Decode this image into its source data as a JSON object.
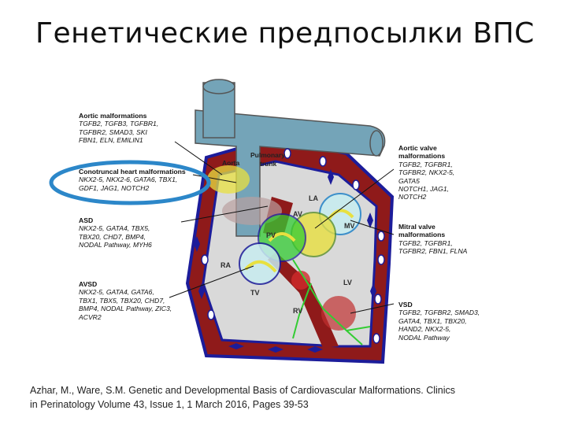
{
  "slide": {
    "title": "Генетические предпосылки ВПС"
  },
  "vessels": {
    "aorta": "Aorta",
    "pulmonary_trunk_line1": "Pulmonary",
    "pulmonary_trunk_line2": "trunk"
  },
  "chambers": {
    "la": "LA",
    "ra": "RA",
    "lv": "LV",
    "rv": "RV",
    "tv": "TV",
    "mv": "MV",
    "pv": "PV",
    "av": "AV"
  },
  "labels": {
    "aortic_malformations": {
      "heading": "Aortic malformations",
      "lines": [
        "TGFB2, TGFB3, TGFBR1,",
        "TGFBR2, SMAD3, SKI",
        "FBN1, ELN, EMILIN1"
      ]
    },
    "conotruncal": {
      "heading": "Conotruncal heart malformations",
      "lines": [
        "NKX2-5, NKX2-6, GATA6, TBX1,",
        "GDF1, JAG1, NOTCH2"
      ]
    },
    "asd": {
      "heading": "ASD",
      "lines": [
        "NKX2-5, GATA4, TBX5,",
        "TBX20, CHD7, BMP4,",
        "NODAL Pathway, MYH6"
      ]
    },
    "avsd": {
      "heading": "AVSD",
      "lines": [
        "NKX2-5, GATA4, GATA6,",
        "TBX1, TBX5, TBX20, CHD7,",
        "BMP4, NODAL Pathway, ZIC3,",
        "ACVR2"
      ]
    },
    "aortic_valve": {
      "heading": "Aortic valve",
      "heading2": "malformations",
      "lines": [
        "TGFB2, TGFBR1,",
        "TGFBR2, NKX2-5,",
        "GATA5",
        "NOTCH1, JAG1,",
        "NOTCH2"
      ]
    },
    "mitral_valve": {
      "heading": "Mitral valve",
      "heading2": "malformations",
      "lines": [
        "TGFB2, TGFBR1,",
        "TGFBR2, FBN1, FLNA"
      ]
    },
    "vsd": {
      "heading": "VSD",
      "lines": [
        "TGFB2, TGFBR2, SMAD3,",
        "GATA4, TBX1, TBX20,",
        "HAND2, NKX2-5,",
        "NODAL Pathway"
      ]
    }
  },
  "citation": {
    "line1": "Azhar, M., Ware, S.M. Genetic and Developmental Basis of Cardiovascular Malformations. Clinics",
    "line2": "in Perinatology Volume 43, Issue 1, 1 March 2016, Pages 39-53"
  },
  "colors": {
    "myocardium": "#8f1a1a",
    "vessel": "#74a4b8",
    "highlight_ring": "#2c87c9",
    "outline_blue": "#1c1c9a",
    "valve_yellow": "#e8e040",
    "valve_green": "#33cc33"
  }
}
